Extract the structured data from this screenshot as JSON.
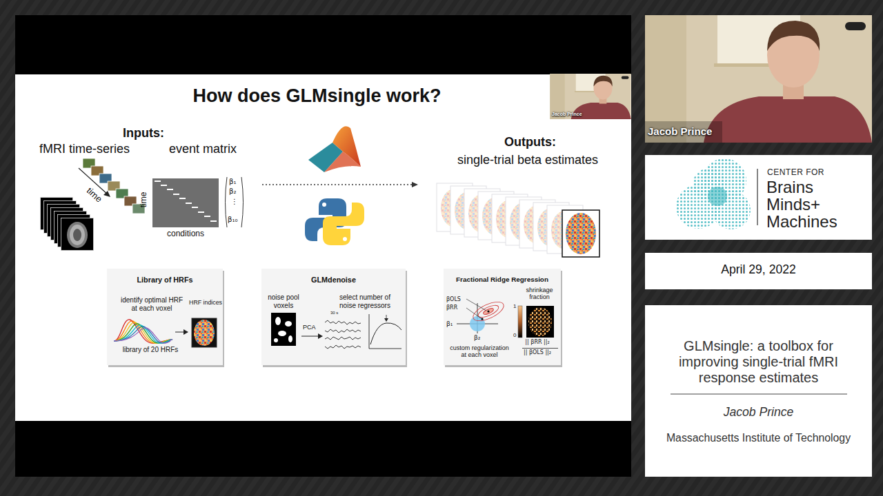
{
  "diagram": {
    "title": "How does GLMsingle work?",
    "nodes": [
      {
        "text": [
          "Jacob Prince"
        ]
      },
      {
        "text": [
          "Library of HRFs",
          "identify optimal HRF at each voxel",
          "HRF indices",
          "library of 20 HRFs"
        ]
      },
      {
        "text": [
          "GLMdenoise",
          "noise pool voxels",
          "select number of noise regressors",
          "PCA",
          "30 s"
        ]
      },
      {
        "text": [
          "Fractional Ridge Regression",
          "βOLS",
          "βRR",
          "β₁",
          "β₂",
          "shrinkage fraction",
          "1",
          "0",
          "custom regularization at each voxel",
          "|| βRR ||₂",
          "|| βOLS ||₂"
        ]
      },
      {
        "text": [
          "Jacob Prince"
        ]
      },
      {
        "text": [
          "CENTER FOR",
          "Brains",
          "Minds+",
          "Machines"
        ]
      },
      {
        "text": [
          "April 29, 2022"
        ]
      },
      {
        "text": [
          "GLMsingle: a toolbox for improving single-trial fMRI response estimates",
          "Jacob Prince",
          "Massachusetts Institute of Technology"
        ]
      }
    ],
    "labels": [
      "Inputs:",
      "fMRI time-series",
      "event matrix",
      "time",
      "time",
      "conditions",
      "β₁",
      "β₂",
      "⋮",
      "β₁₀",
      "Outputs:",
      "single-trial beta estimates"
    ]
  }
}
